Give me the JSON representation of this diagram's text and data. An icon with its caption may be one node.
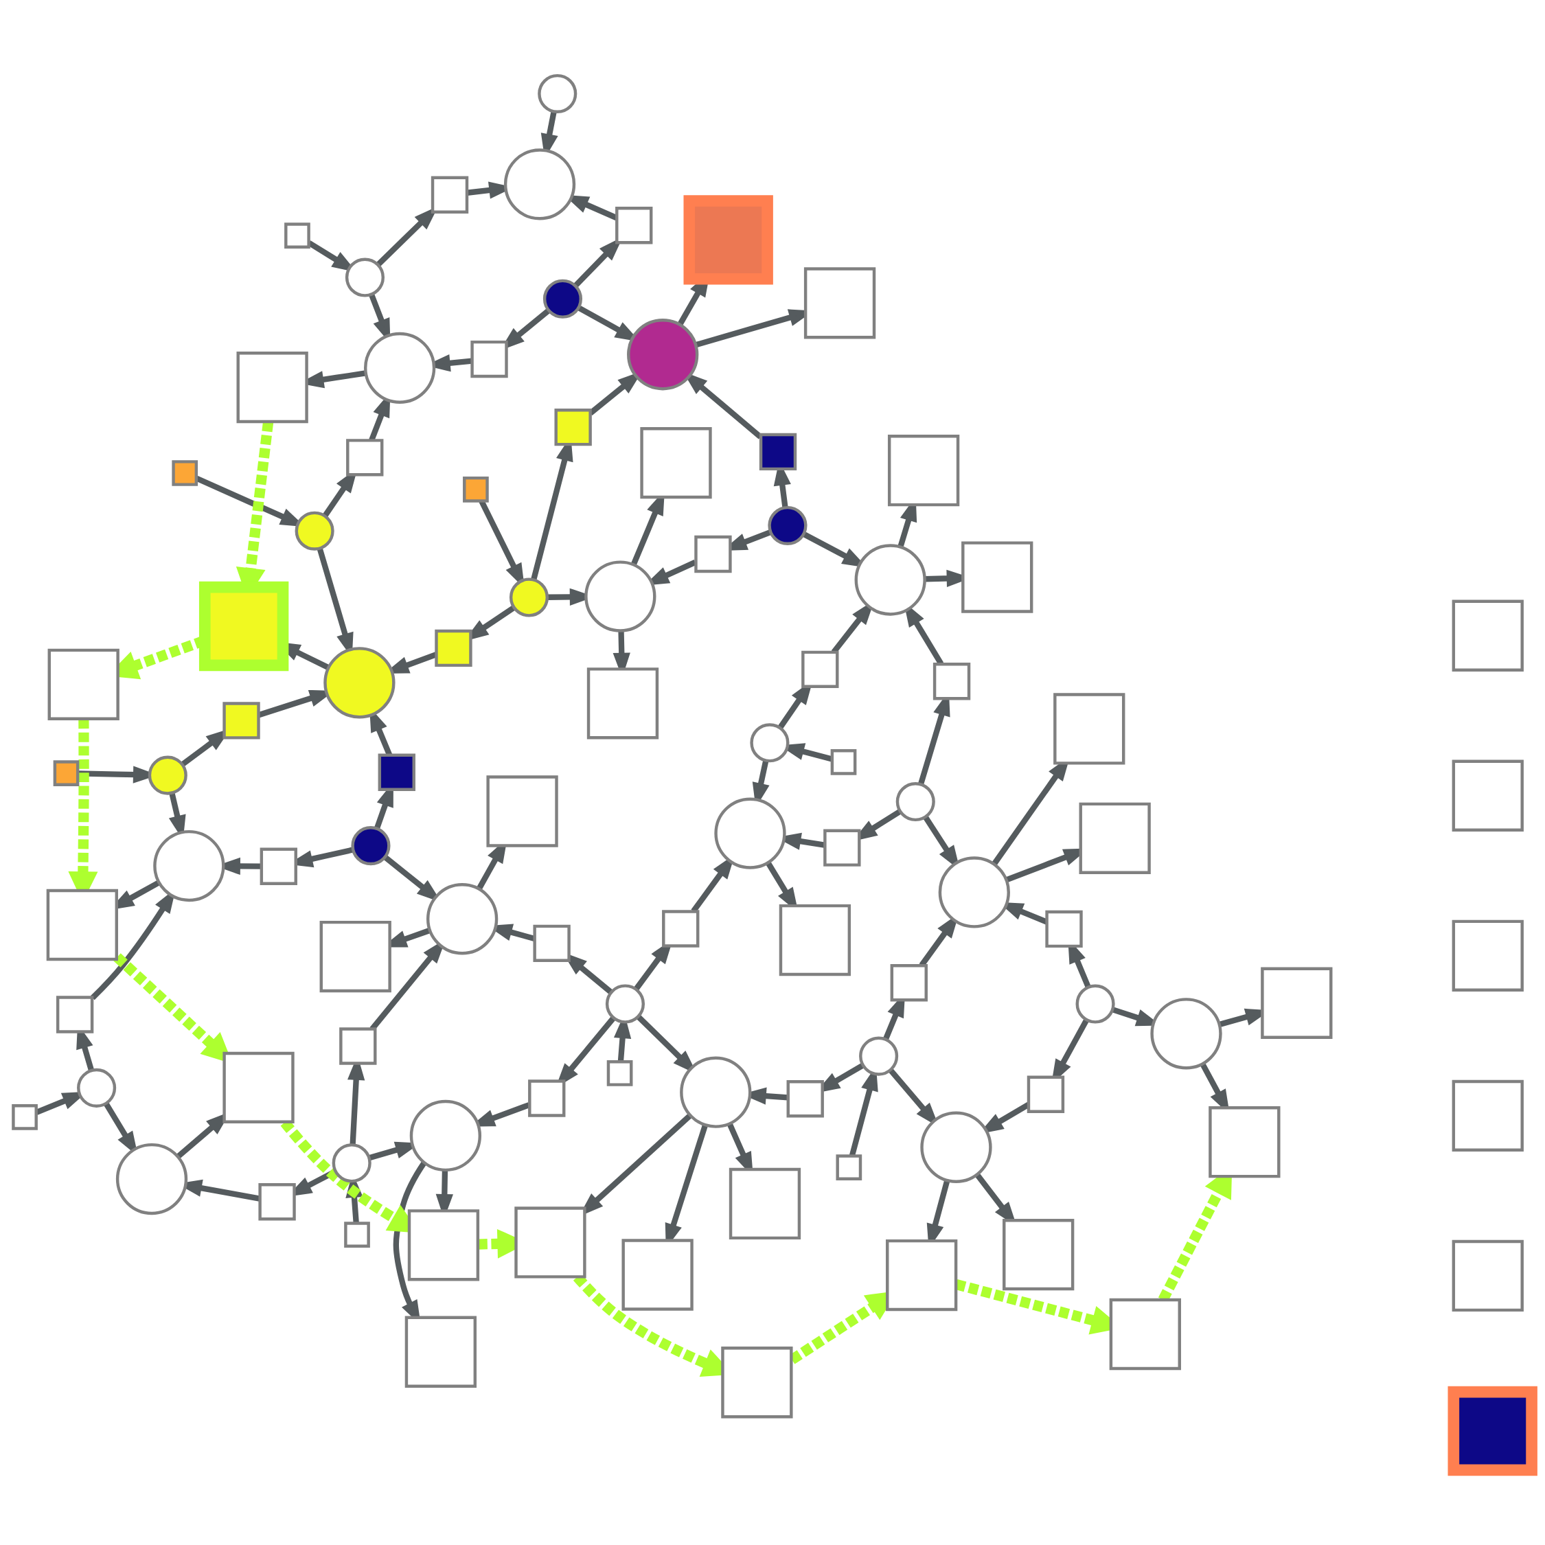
{
  "diagram": {
    "nodes": [
      {
        "text": [],
        "shape": "box"
      },
      {
        "text": [],
        "shape": "box"
      },
      {
        "text": [],
        "shape": "box"
      },
      {
        "text": [],
        "shape": "circle"
      },
      {
        "text": [],
        "shape": "circle"
      },
      {
        "text": [],
        "shape": "box"
      },
      {
        "text": [],
        "shape": "box"
      },
      {
        "text": [],
        "shape": "circle"
      },
      {
        "text": [],
        "shape": "box"
      },
      {
        "text": [],
        "shape": "circle"
      },
      {
        "text": [],
        "shape": "box"
      },
      {
        "text": [],
        "shape": "box"
      },
      {
        "text": [],
        "shape": "box"
      },
      {
        "text": [],
        "shape": "box"
      },
      {
        "text": [],
        "shape": "circle"
      },
      {
        "text": [],
        "shape": "box"
      },
      {
        "text": [],
        "shape": "box"
      },
      {
        "text": [],
        "shape": "circle"
      },
      {
        "text": [],
        "shape": "box"
      },
      {
        "text": [],
        "shape": "box"
      },
      {
        "text": [],
        "shape": "circle"
      },
      {
        "text": [],
        "shape": "box"
      },
      {
        "text": [],
        "shape": "circle"
      },
      {
        "text": [],
        "shape": "box"
      },
      {
        "text": [],
        "shape": "box"
      },
      {
        "text": [],
        "shape": "circle"
      },
      {
        "text": [],
        "shape": "box"
      },
      {
        "text": [],
        "shape": "box"
      },
      {
        "text": [],
        "shape": "box"
      },
      {
        "text": [],
        "shape": "circle"
      },
      {
        "text": [],
        "shape": "box"
      },
      {
        "text": [],
        "shape": "box"
      },
      {
        "text": [],
        "shape": "box"
      },
      {
        "text": [],
        "shape": "box"
      },
      {
        "text": [],
        "shape": "circle"
      },
      {
        "text": [],
        "shape": "circle"
      },
      {
        "text": [],
        "shape": "box"
      },
      {
        "text": [],
        "shape": "circle"
      },
      {
        "text": [],
        "shape": "box"
      },
      {
        "text": [],
        "shape": "box"
      },
      {
        "text": [],
        "shape": "box"
      },
      {
        "text": [],
        "shape": "box"
      },
      {
        "text": [],
        "shape": "box"
      },
      {
        "text": [],
        "shape": "box"
      },
      {
        "text": [],
        "shape": "circle"
      },
      {
        "text": [],
        "shape": "circle"
      },
      {
        "text": [],
        "shape": "circle"
      },
      {
        "text": [],
        "shape": "box"
      },
      {
        "text": [],
        "shape": "circle"
      },
      {
        "text": [],
        "shape": "box"
      },
      {
        "text": [],
        "shape": "box"
      },
      {
        "text": [],
        "shape": "box"
      },
      {
        "text": [],
        "shape": "box"
      },
      {
        "text": [],
        "shape": "circle"
      },
      {
        "text": [],
        "shape": "circle"
      },
      {
        "text": [],
        "shape": "circle"
      },
      {
        "text": [],
        "shape": "box"
      },
      {
        "text": [],
        "shape": "box"
      },
      {
        "text": [],
        "shape": "box"
      },
      {
        "text": [],
        "shape": "box"
      },
      {
        "text": [],
        "shape": "circle"
      },
      {
        "text": [],
        "shape": "box"
      },
      {
        "text": [],
        "shape": "circle"
      },
      {
        "text": [],
        "shape": "box"
      },
      {
        "text": [],
        "shape": "box"
      },
      {
        "text": [],
        "shape": "circle"
      },
      {
        "text": [],
        "shape": "box"
      },
      {
        "text": [],
        "shape": "box"
      },
      {
        "text": [],
        "shape": "box"
      },
      {
        "text": [],
        "shape": "circle"
      },
      {
        "text": [],
        "shape": "box"
      },
      {
        "text": [],
        "shape": "box"
      },
      {
        "text": [],
        "shape": "box"
      },
      {
        "text": [],
        "shape": "box"
      },
      {
        "text": [],
        "shape": "box"
      },
      {
        "text": [],
        "shape": "box"
      },
      {
        "text": [],
        "shape": "circle"
      },
      {
        "text": [],
        "shape": "circle"
      },
      {
        "text": [],
        "shape": "box"
      },
      {
        "text": [],
        "shape": "box"
      },
      {
        "text": [],
        "shape": "box"
      },
      {
        "text": [],
        "shape": "box"
      },
      {
        "text": [],
        "shape": "box"
      },
      {
        "text": [],
        "shape": "box"
      },
      {
        "text": [],
        "shape": "circle"
      },
      {
        "text": [],
        "shape": "circle"
      },
      {
        "text": [],
        "shape": "box"
      },
      {
        "text": [],
        "shape": "circle"
      },
      {
        "text": [],
        "shape": "box"
      },
      {
        "text": [],
        "shape": "box"
      },
      {
        "text": [],
        "shape": "circle"
      },
      {
        "text": [],
        "shape": "box"
      },
      {
        "text": [],
        "shape": "box"
      },
      {
        "text": [],
        "shape": "box"
      },
      {
        "text": [],
        "shape": "box"
      },
      {
        "text": [],
        "shape": "box"
      }
    ],
    "edges": [
      {
        "from": 2,
        "to": 3,
        "arrow": "to"
      },
      {
        "from": 3,
        "to": 4,
        "arrow": "to"
      },
      {
        "from": 5,
        "to": 4,
        "arrow": "to"
      },
      {
        "from": 7,
        "to": 5,
        "arrow": "to"
      },
      {
        "from": 6,
        "to": 7,
        "arrow": "to"
      },
      {
        "from": 7,
        "to": 9,
        "arrow": "to"
      },
      {
        "from": 7,
        "to": 15,
        "arrow": "to"
      },
      {
        "from": 15,
        "to": 17,
        "arrow": "to"
      },
      {
        "from": 4,
        "to": 11,
        "arrow": "to"
      },
      {
        "from": 9,
        "to": 8,
        "arrow": "to"
      },
      {
        "from": 9,
        "to": 10,
        "arrow": "to"
      },
      {
        "from": 3,
        "to": 12,
        "arrow": "to"
      },
      {
        "from": 12,
        "to": 14,
        "arrow": "to"
      },
      {
        "from": 14,
        "to": 13,
        "arrow": "to"
      },
      {
        "from": 19,
        "to": 14,
        "arrow": "to"
      },
      {
        "from": 20,
        "to": 19,
        "arrow": "to"
      },
      {
        "from": 20,
        "to": 17,
        "arrow": "to"
      },
      {
        "from": 20,
        "to": 24,
        "arrow": "to"
      },
      {
        "from": 21,
        "to": 22,
        "arrow": "to"
      },
      {
        "from": 22,
        "to": 14,
        "arrow": "to"
      },
      {
        "from": 22,
        "to": 23,
        "arrow": "to"
      },
      {
        "from": 23,
        "to": 25,
        "arrow": "to"
      },
      {
        "from": 24,
        "to": 25,
        "arrow": "to"
      },
      {
        "from": 25,
        "to": 26,
        "arrow": "to"
      },
      {
        "from": 29,
        "to": 25,
        "arrow": "to"
      },
      {
        "from": 31,
        "to": 25,
        "arrow": "to"
      },
      {
        "from": 30,
        "to": 29,
        "arrow": "to"
      },
      {
        "from": 29,
        "to": 32,
        "arrow": "to"
      },
      {
        "from": 32,
        "to": 34,
        "arrow": "to"
      },
      {
        "from": 34,
        "to": 33,
        "arrow": "to"
      },
      {
        "from": 44,
        "to": 34,
        "arrow": "to"
      },
      {
        "from": 43,
        "to": 44,
        "arrow": "to"
      },
      {
        "from": 44,
        "to": 52,
        "arrow": "to"
      },
      {
        "from": 52,
        "to": 53,
        "arrow": "to"
      },
      {
        "from": 51,
        "to": 53,
        "arrow": "to"
      },
      {
        "from": 54,
        "to": 53,
        "arrow": "to"
      },
      {
        "from": 45,
        "to": 51,
        "arrow": "to"
      },
      {
        "from": 45,
        "to": 42,
        "arrow": "to"
      },
      {
        "from": 42,
        "to": 34,
        "arrow": "to"
      },
      {
        "from": 45,
        "to": 46,
        "arrow": "to"
      },
      {
        "from": 35,
        "to": 31,
        "arrow": "to"
      },
      {
        "from": 36,
        "to": 35,
        "arrow": "to"
      },
      {
        "from": 35,
        "to": 37,
        "arrow": "to"
      },
      {
        "from": 35,
        "to": 41,
        "arrow": "to"
      },
      {
        "from": 41,
        "to": 46,
        "arrow": "to"
      },
      {
        "from": 47,
        "to": 46,
        "arrow": "to"
      },
      {
        "from": 46,
        "to": 49,
        "arrow": "to"
      },
      {
        "from": 46,
        "to": 50,
        "arrow": "to"
      },
      {
        "from": 48,
        "to": 47,
        "arrow": "to"
      },
      {
        "from": 48,
        "to": 40,
        "arrow": "to"
      },
      {
        "from": 40,
        "to": 37,
        "arrow": "to"
      },
      {
        "from": 37,
        "to": 38,
        "arrow": "to"
      },
      {
        "from": 37,
        "to": 39,
        "arrow": "to"
      },
      {
        "from": 48,
        "to": 55,
        "arrow": "to"
      },
      {
        "from": 55,
        "to": 56,
        "arrow": "to"
      },
      {
        "from": 55,
        "to": 57,
        "arrow": "to"
      },
      {
        "from": 59,
        "to": 55,
        "arrow": "to"
      },
      {
        "from": 58,
        "to": 55,
        "arrow": "to"
      },
      {
        "from": 84,
        "to": 58,
        "arrow": "to"
      },
      {
        "from": 84,
        "to": 83,
        "arrow": "to"
      },
      {
        "from": 83,
        "to": 62,
        "arrow": "to"
      },
      {
        "from": 84,
        "to": 85,
        "arrow": "to"
      },
      {
        "from": 60,
        "to": 59,
        "arrow": "to"
      },
      {
        "from": 60,
        "to": 62,
        "arrow": "to"
      },
      {
        "from": 61,
        "to": 60,
        "arrow": "to"
      },
      {
        "from": 62,
        "to": 63,
        "arrow": "to"
      },
      {
        "from": 64,
        "to": 62,
        "arrow": "to"
      },
      {
        "from": 65,
        "to": 64,
        "arrow": "to"
      },
      {
        "from": 65,
        "to": 66,
        "arrow": "to"
      },
      {
        "from": 66,
        "to": 17,
        "arrow": "to"
      },
      {
        "from": 65,
        "to": 68,
        "arrow": "to"
      },
      {
        "from": 68,
        "to": 9,
        "arrow": "to"
      },
      {
        "from": 67,
        "to": 65,
        "arrow": "to"
      },
      {
        "from": 65,
        "to": 69,
        "arrow": "to"
      },
      {
        "from": 69,
        "to": 72,
        "arrow": "to"
      },
      {
        "from": 69,
        "to": 71,
        "arrow": "to"
      },
      {
        "from": 69,
        "to": 70,
        "arrow": "to"
      },
      {
        "from": 74,
        "to": 69,
        "arrow": "to"
      },
      {
        "from": 76,
        "to": 74,
        "arrow": "to"
      },
      {
        "from": 75,
        "to": 76,
        "arrow": "to"
      },
      {
        "from": 76,
        "to": 77,
        "arrow": "to"
      },
      {
        "from": 76,
        "to": 81,
        "arrow": "to"
      },
      {
        "from": 81,
        "to": 85,
        "arrow": "to"
      },
      {
        "from": 77,
        "to": 78,
        "arrow": "to"
      },
      {
        "from": 77,
        "to": 79,
        "arrow": "to"
      },
      {
        "from": 88,
        "to": 77,
        "arrow": "to"
      },
      {
        "from": 87,
        "to": 88,
        "arrow": "to"
      },
      {
        "from": 87,
        "to": 86,
        "arrow": "to"
      },
      {
        "from": 86,
        "to": 85,
        "arrow": "to"
      },
      {
        "from": 85,
        "to": 89,
        "arrow": "to"
      },
      {
        "from": 85,
        "to": 82,
        "arrow": "to"
      },
      {
        "from": 87,
        "to": 90,
        "arrow": "to"
      },
      {
        "from": 90,
        "to": 91,
        "arrow": "to"
      },
      {
        "from": 90,
        "to": 92,
        "arrow": "to"
      },
      {
        "from": 17,
        "to": 18,
        "arrow": "to"
      },
      {
        "from": 17,
        "to": 16,
        "arrow": "to"
      },
      {
        "from": 33,
        "to": 26,
        "arrow": "to",
        "style": "dashed",
        "color": "#adff2f"
      },
      {
        "from": 26,
        "to": 27,
        "arrow": "to",
        "style": "dashed",
        "color": "#adff2f"
      },
      {
        "from": 27,
        "to": 13,
        "arrow": "to",
        "style": "dashed",
        "color": "#adff2f"
      },
      {
        "from": 13,
        "to": 11,
        "arrow": "to",
        "style": "dashed",
        "color": "#adff2f"
      },
      {
        "from": 11,
        "to": 8,
        "arrow": "to",
        "style": "dashed",
        "color": "#adff2f"
      },
      {
        "from": 8,
        "to": 72,
        "arrow": "to",
        "style": "dashed",
        "color": "#adff2f"
      },
      {
        "from": 72,
        "to": 73,
        "arrow": "to",
        "style": "dashed",
        "color": "#adff2f"
      },
      {
        "from": 73,
        "to": 78,
        "arrow": "to",
        "style": "dashed",
        "color": "#adff2f"
      },
      {
        "from": 78,
        "to": 80,
        "arrow": "to",
        "style": "dashed",
        "color": "#adff2f"
      },
      {
        "from": 80,
        "to": 91,
        "arrow": "to",
        "style": "dashed",
        "color": "#adff2f"
      }
    ]
  }
}
